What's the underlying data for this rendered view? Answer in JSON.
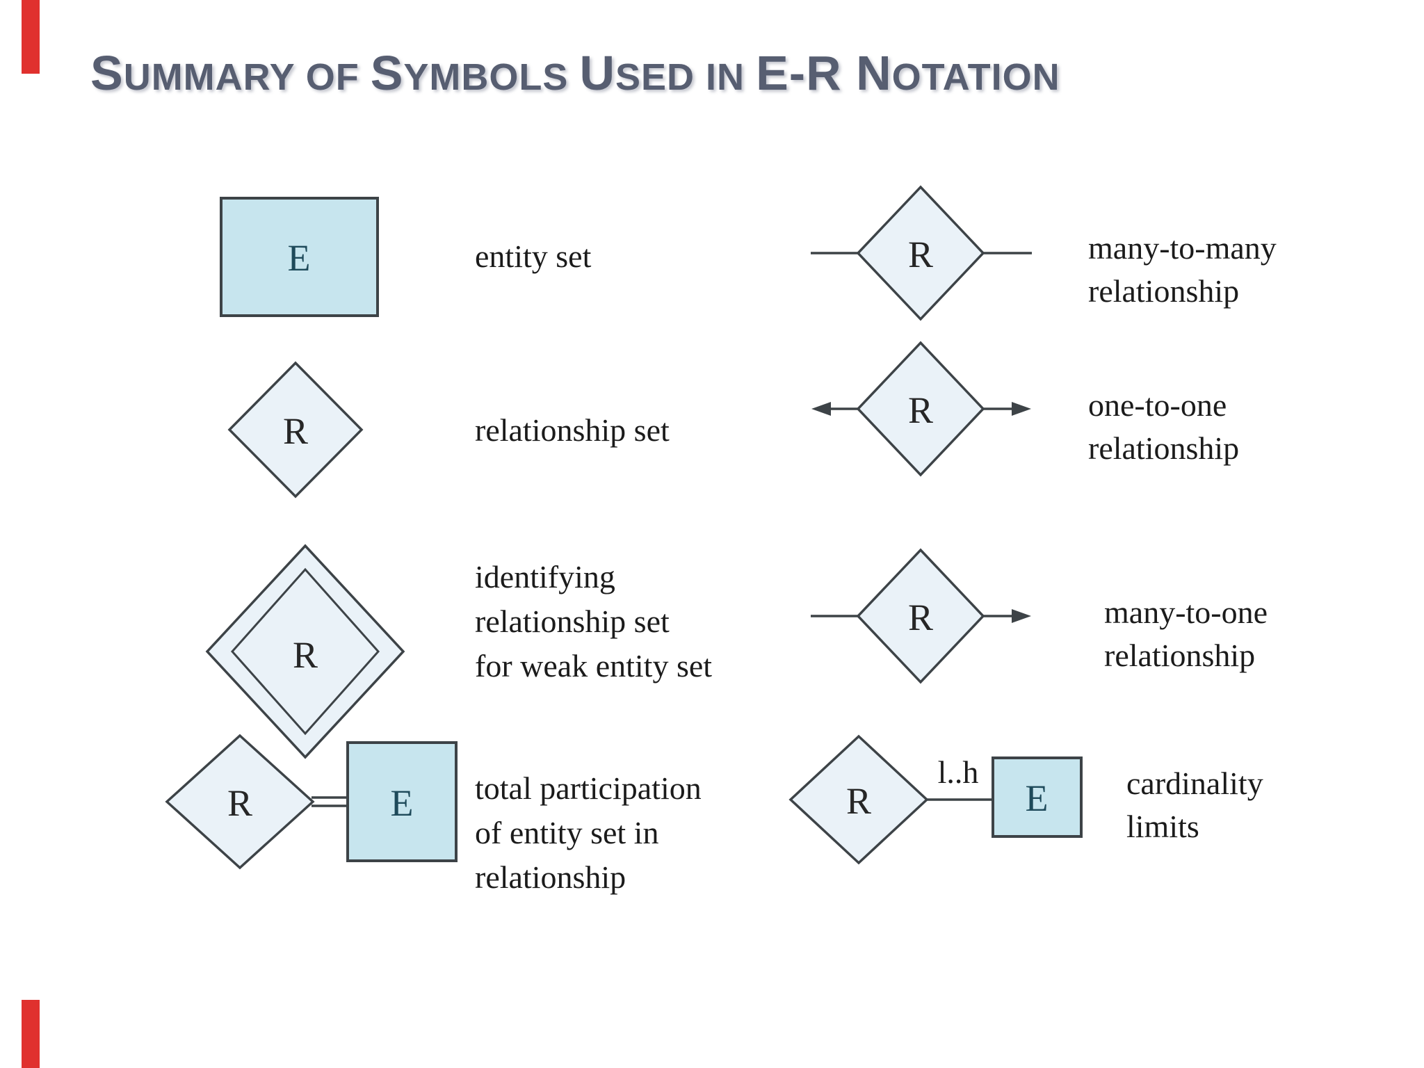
{
  "title": {
    "text": "Summary of Symbols Used in E-R Notation",
    "segments": [
      {
        "t": "S"
      },
      {
        "t": "UMMARY"
      },
      {
        "t": " OF "
      },
      {
        "t": "S"
      },
      {
        "t": "YMBOLS"
      },
      {
        "t": " "
      },
      {
        "t": "U"
      },
      {
        "t": "SED"
      },
      {
        "t": " IN "
      },
      {
        "t": "E-R N"
      },
      {
        "t": "OTATION"
      }
    ]
  },
  "legend": {
    "left": [
      {
        "name": "entity-set",
        "letter": "E",
        "lines": [
          "entity set"
        ]
      },
      {
        "name": "relationship-set",
        "letter": "R",
        "lines": [
          "relationship set"
        ]
      },
      {
        "name": "identifying-relationship-set",
        "letter": "R",
        "lines": [
          "identifying",
          "relationship set",
          "for weak entity set"
        ]
      },
      {
        "name": "total-participation",
        "diamond_letter": "R",
        "rect_letter": "E",
        "lines": [
          "total participation",
          "of entity set in",
          "relationship"
        ]
      }
    ],
    "right": [
      {
        "name": "many-to-many-relationship",
        "letter": "R",
        "lines": [
          "many-to-many",
          "relationship"
        ]
      },
      {
        "name": "one-to-one-relationship",
        "letter": "R",
        "lines": [
          "one-to-one",
          "relationship"
        ]
      },
      {
        "name": "many-to-one-relationship",
        "letter": "R",
        "lines": [
          "many-to-one",
          "relationship"
        ]
      },
      {
        "name": "cardinality-limits",
        "diamond_letter": "R",
        "rect_letter": "E",
        "edge_label": "l..h",
        "lines": [
          "cardinality",
          "limits"
        ]
      }
    ]
  },
  "colors": {
    "background": "#ffffff",
    "title_text": "#575e71",
    "ink": "#1b1b1b",
    "stroke": "#3d4347",
    "diamond_fill": "#eaf2f8",
    "rect_fill": "#c7e5ee",
    "letter_e": "#1e4a5a",
    "letter_r": "#262626",
    "red_bar": "#e0312e"
  }
}
